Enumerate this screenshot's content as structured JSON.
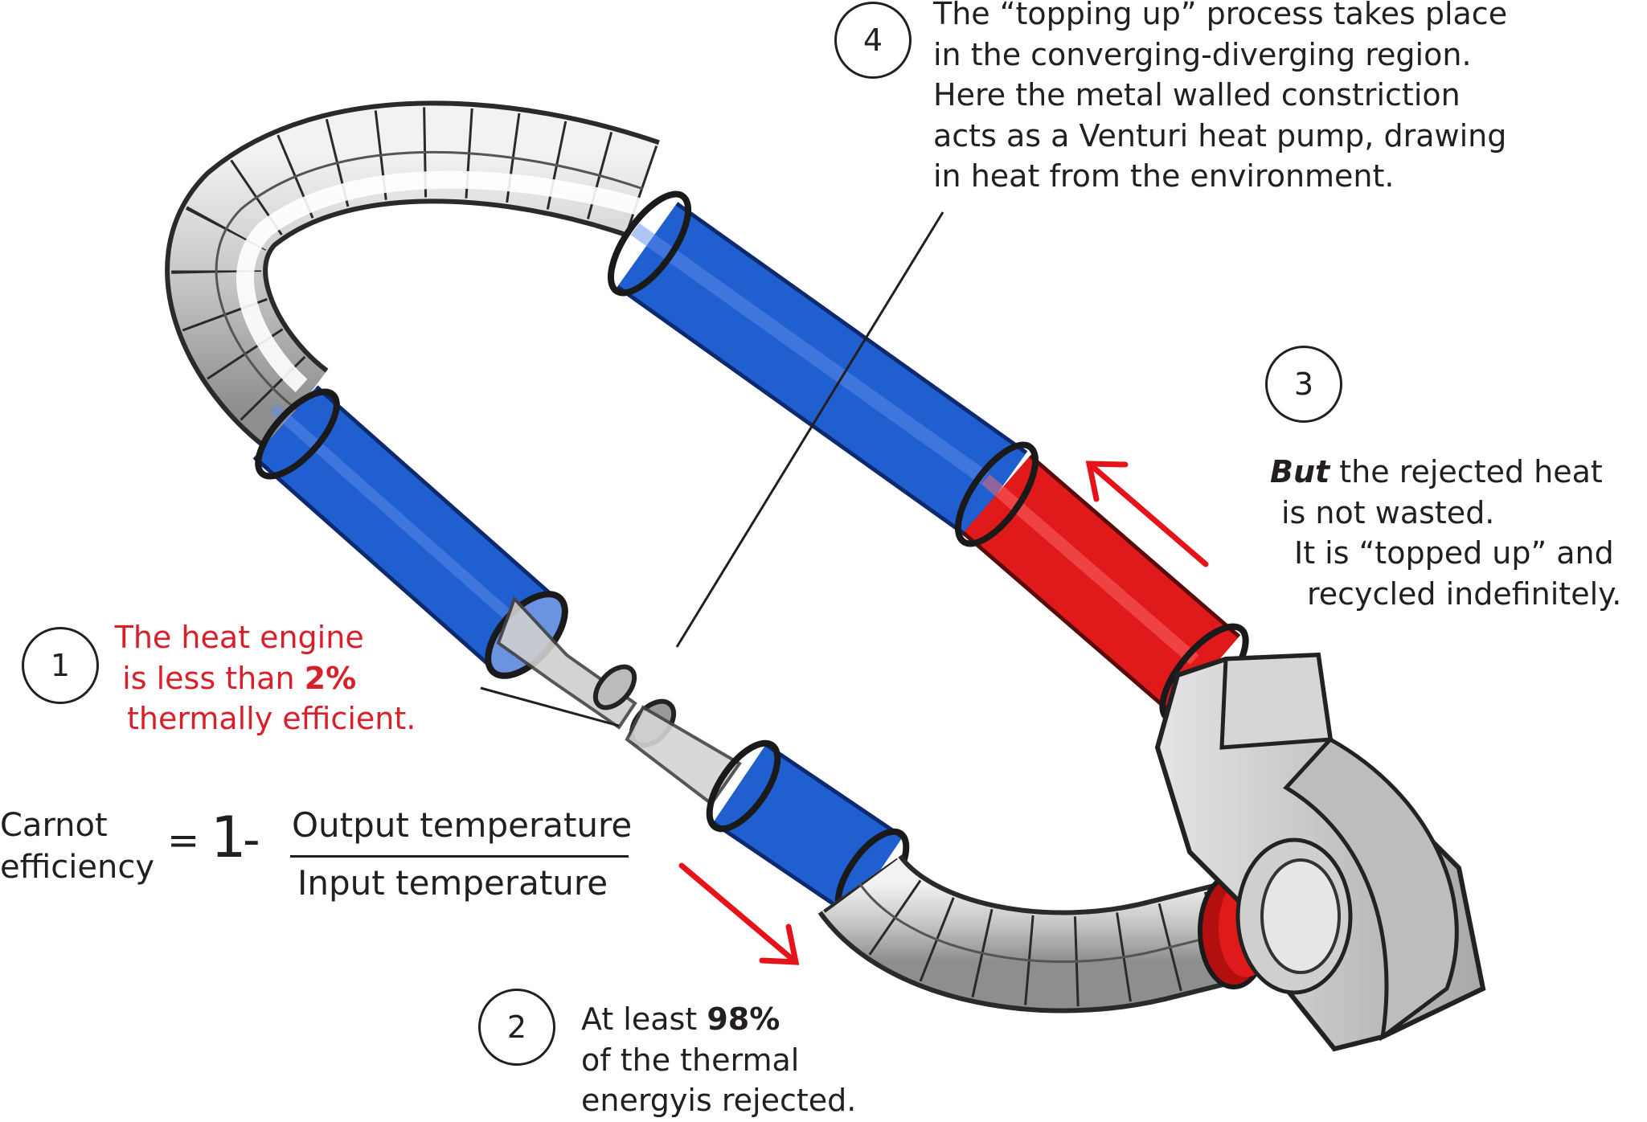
{
  "annotations": {
    "n1": {
      "number": "1",
      "lines": [
        "The heat engine",
        "is less than ",
        "thermally efficient."
      ],
      "bold": "2%"
    },
    "n2": {
      "number": "2",
      "lines": [
        "At least ",
        "of the thermal",
        "energyis rejected."
      ],
      "bold": "98%"
    },
    "n3": {
      "number": "3",
      "bold": "But",
      "lines": [
        " the rejected heat",
        "is not wasted.",
        "It is “topped up” and",
        "recycled indefinitely."
      ]
    },
    "n4": {
      "number": "4",
      "lines": [
        "The “topping up” process takes place",
        "in the converging-diverging region.",
        "Here the metal walled constriction",
        "acts as a Venturi heat pump, drawing",
        "in heat from the environment."
      ]
    }
  },
  "formula": {
    "label_lines": [
      "Carnot",
      "efficiency"
    ],
    "equals": "=",
    "one": "1",
    "minus": "-",
    "numerator": "Output temperature",
    "denominator": "Input temperature"
  },
  "colors": {
    "blue_pipe": "#1f5fd0",
    "red_pipe": "#e01a1a",
    "metal": "#c8c8c8",
    "arrow": "#e5141b",
    "highlight_text": "#d8202a",
    "text": "#231f20"
  }
}
